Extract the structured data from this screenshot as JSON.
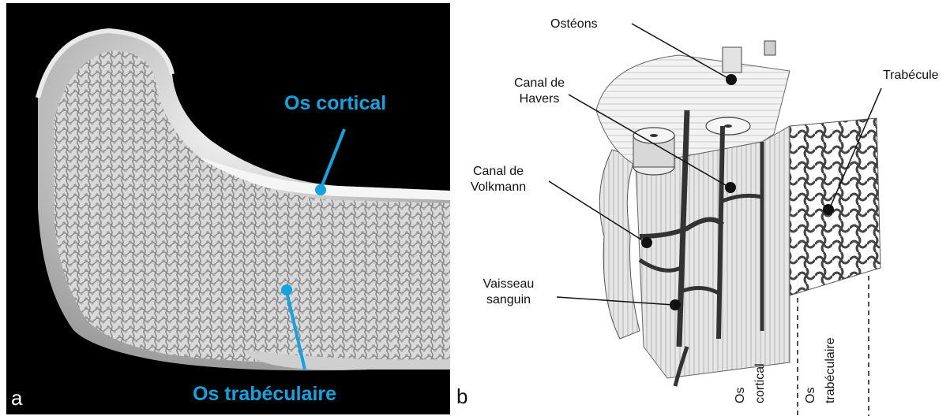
{
  "panel_a": {
    "letter": "a",
    "label_cortical": "Os cortical",
    "label_trabecular": "Os trabéculaire",
    "accent_color": "#12a3e0"
  },
  "panel_b": {
    "letter": "b",
    "label_osteons": "Ostéons",
    "label_havers_line1": "Canal de",
    "label_havers_line2": "Havers",
    "label_volkmann_line1": "Canal de",
    "label_volkmann_line2": "Volkmann",
    "label_vessel_line1": "Vaisseau",
    "label_vessel_line2": "sanguin",
    "label_trabecule": "Trabécule",
    "label_os_cortical_line1": "Os",
    "label_os_cortical_line2": "cortical",
    "label_os_trabecular_line1": "Os",
    "label_os_trabecular_line2": "trabéculaire"
  }
}
